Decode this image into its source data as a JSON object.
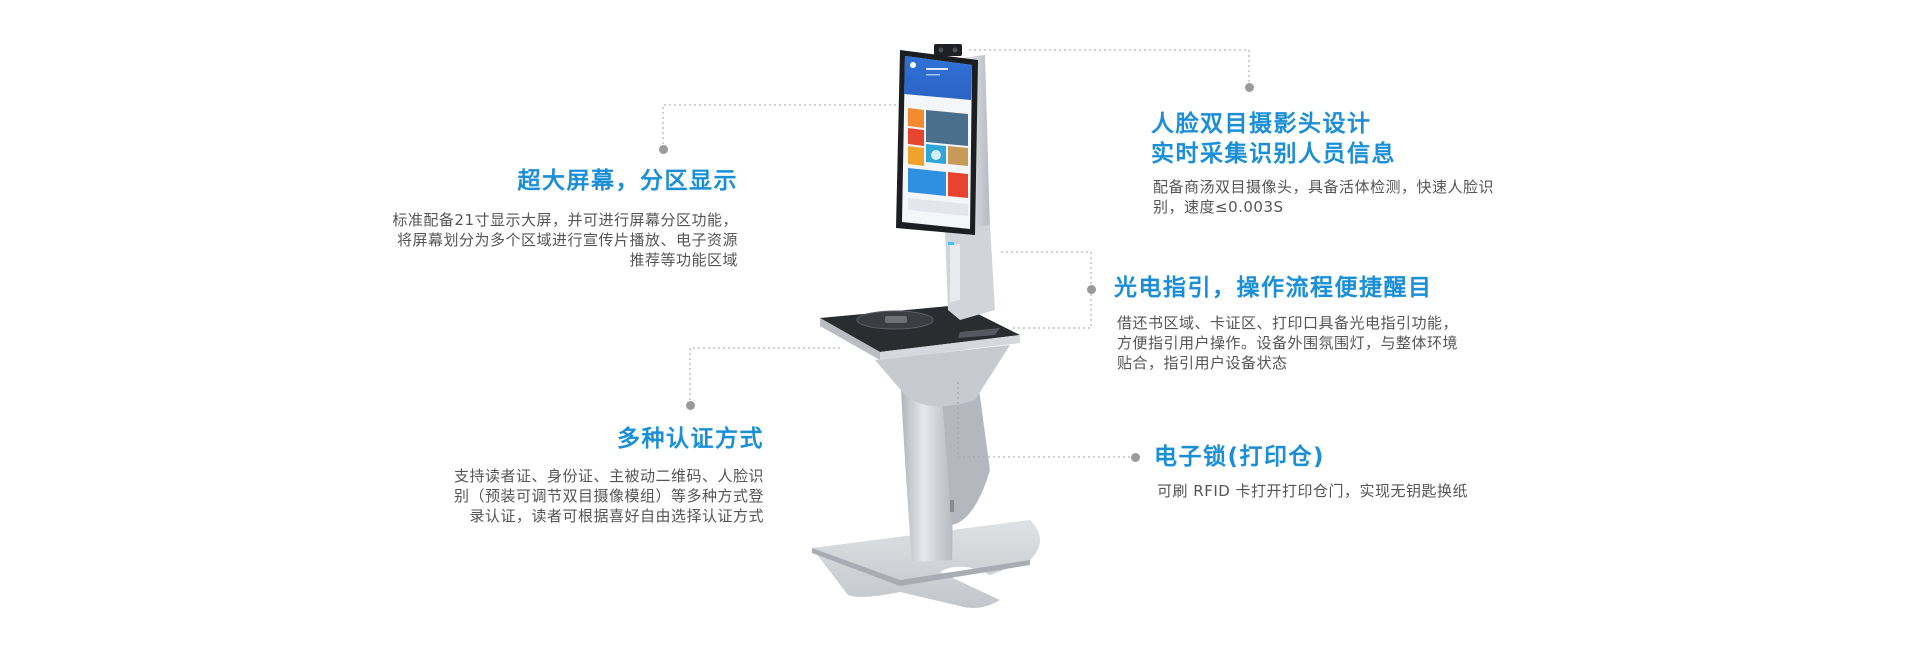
{
  "features": [
    {
      "id": "big-screen",
      "title": "超大屏幕，分区显示",
      "lines": [
        "标准配备21寸显示大屏，并可进行屏幕分区功能，",
        "将屏幕划分为多个区域进行宣传片播放、电子资源",
        "推荐等功能区域"
      ]
    },
    {
      "id": "auth-methods",
      "title": "多种认证方式",
      "lines": [
        "支持读者证、身份证、主被动二维码、人脸识",
        "别（预装可调节双目摄像模组）等多种方式登",
        "录认证，读者可根据喜好自由选择认证方式"
      ]
    },
    {
      "id": "face-camera",
      "title_lines": [
        "人脸双目摄影头设计",
        "实时采集识别人员信息"
      ],
      "lines": [
        "配备商汤双目摄像头，具备活体检测，快速人脸识",
        "别，速度≤0.003S"
      ]
    },
    {
      "id": "light-guide",
      "title": "光电指引，操作流程便捷醒目",
      "lines": [
        "借还书区域、卡证区、打印口具备光电指引功能，",
        "方便指引用户操作。设备外围氛围灯，与整体环境",
        "贴合，指引用户设备状态"
      ]
    },
    {
      "id": "e-lock",
      "title": "电子锁(打印仓)",
      "lines": [
        "可刷 RFID 卡打开打印仓门，实现无钥匙换纸"
      ]
    }
  ],
  "colors": {
    "accent": "#1a8fd8",
    "body_text": "#555555",
    "leader_line": "#a0a0a0",
    "kiosk_body": "#c9ccd1",
    "screen_blue": "#2f72d6"
  },
  "icons": {
    "product": "self-service-library-kiosk",
    "dots": "callout-dot"
  }
}
